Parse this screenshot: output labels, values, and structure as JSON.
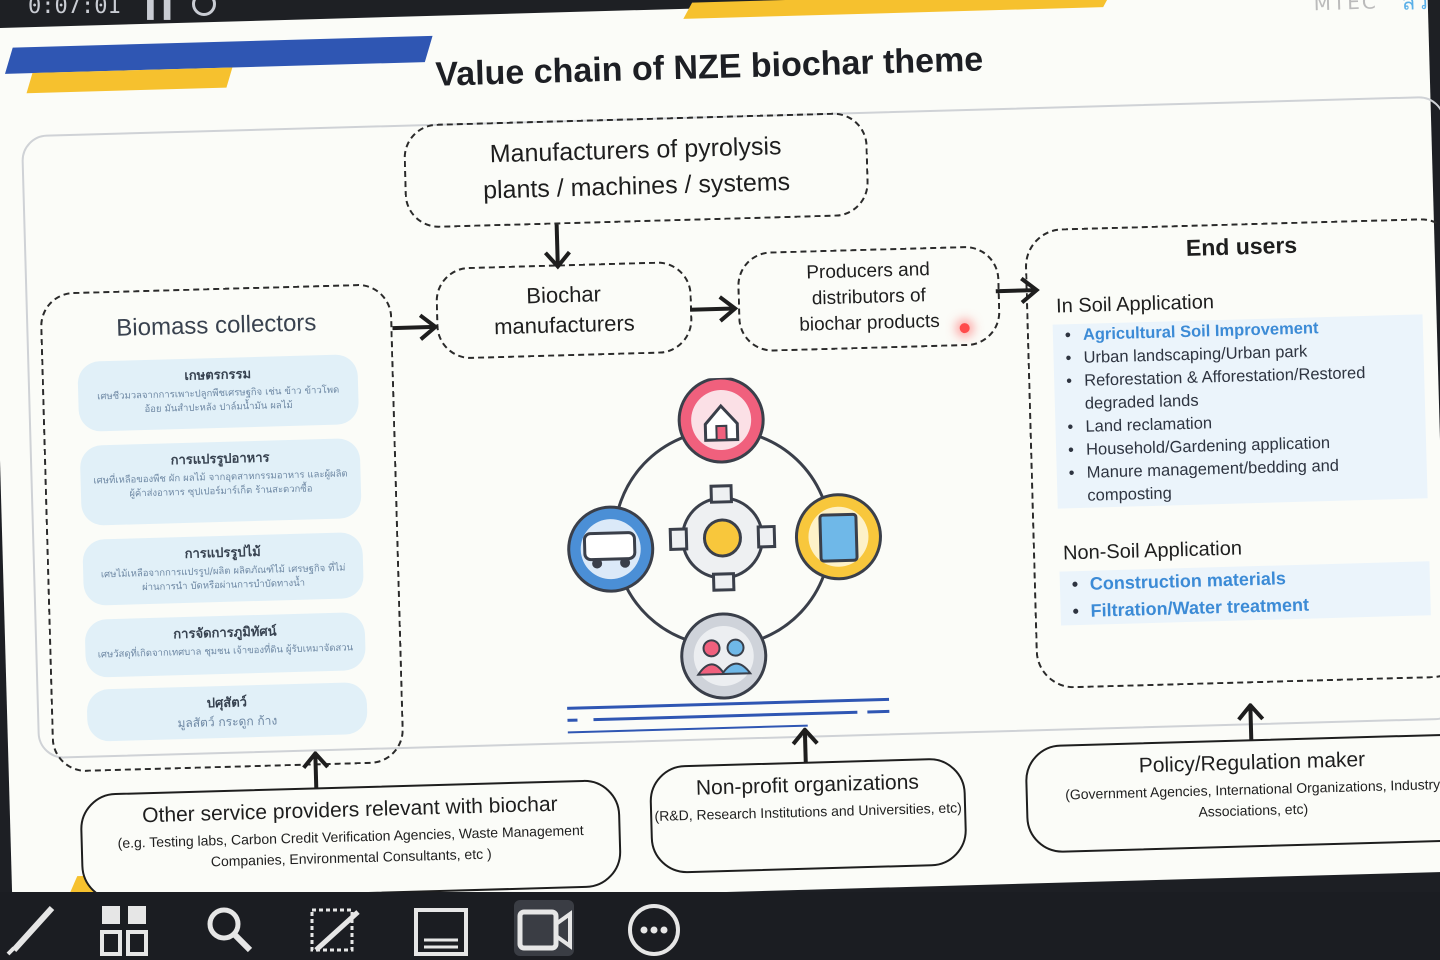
{
  "player": {
    "timer": "0:07:01"
  },
  "slide": {
    "title": "Value chain of NZE biochar theme",
    "logo_text": "MTEC",
    "logo_side": "สว",
    "manufacturers": {
      "line1": "Manufacturers of pyrolysis",
      "line2": "plants / machines / systems"
    },
    "biochar": {
      "line1": "Biochar",
      "line2": "manufacturers"
    },
    "producers": {
      "line1": "Producers and",
      "line2": "distributors of",
      "line3": "biochar products"
    },
    "biomass": {
      "title": "Biomass collectors",
      "items": [
        {
          "heading": "เกษตรกรรม",
          "desc": "เศษชีวมวลจากการเพาะปลูกพืชเศรษฐกิจ เช่น ข้าว ข้าวโพด อ้อย มันสำปะหลัง ปาล์มน้ำมัน ผลไม้"
        },
        {
          "heading": "การแปรรูปอาหาร",
          "desc": "เศษที่เหลือของพืช ผัก ผลไม้ จากอุตสาหกรรมอาหาร และผู้ผลิต ผู้ค้าส่งอาหาร ซุปเปอร์มาร์เก็ต ร้านสะดวกซื้อ"
        },
        {
          "heading": "การแปรรูปไม้",
          "desc": "เศษไม้เหลือจากการแปรรูป/ผลิต ผลิตภัณฑ์ไม้ เศรษฐกิจ ที่ไม่ผ่านการนำ บัดหรือผ่านการบำบัดทางน้ำ"
        },
        {
          "heading": "การจัดการภูมิทัศน์",
          "desc": "เศษวัสดุที่เกิดจากเทศบาล ชุมชน เจ้าของที่ดิน ผู้รับเหมาจัดสวน"
        },
        {
          "heading": "ปศุสัตว์",
          "desc": "มูลสัตว์ กระดูก ก้าง"
        }
      ]
    },
    "end_users": {
      "title": "End users",
      "soil_title": "In Soil Application",
      "soil_items": [
        "Agricultural Soil Improvement",
        "Urban landscaping/Urban park",
        "Reforestation & Afforestation/Restored degraded lands",
        "Land reclamation",
        "Household/Gardening application",
        "Manure management/bedding and composting"
      ],
      "nonsoil_title": "Non-Soil Application",
      "nonsoil_items": [
        "Construction materials",
        "Filtration/Water treatment"
      ]
    },
    "other": {
      "title": "Other service providers relevant with biochar",
      "desc": "(e.g. Testing labs, Carbon Credit Verification Agencies, Waste Management Companies, Environmental Consultants, etc )"
    },
    "nonprofit": {
      "title": "Non-profit organizations",
      "desc": "(R&D, Research Institutions and Universities, etc)"
    },
    "policy": {
      "title": "Policy/Regulation maker",
      "desc": "(Government Agencies, International Organizations, Industry Associations, etc)"
    },
    "colors": {
      "pink": "#f0607d",
      "blue": "#4b8fd6",
      "yellow": "#f8c73c",
      "accent_text": "#3c8bd6"
    }
  },
  "toolbar": {
    "icons": [
      "pen-icon",
      "grid-icon",
      "search-icon",
      "crop-icon",
      "caption-icon",
      "camera-icon",
      "more-icon"
    ]
  }
}
